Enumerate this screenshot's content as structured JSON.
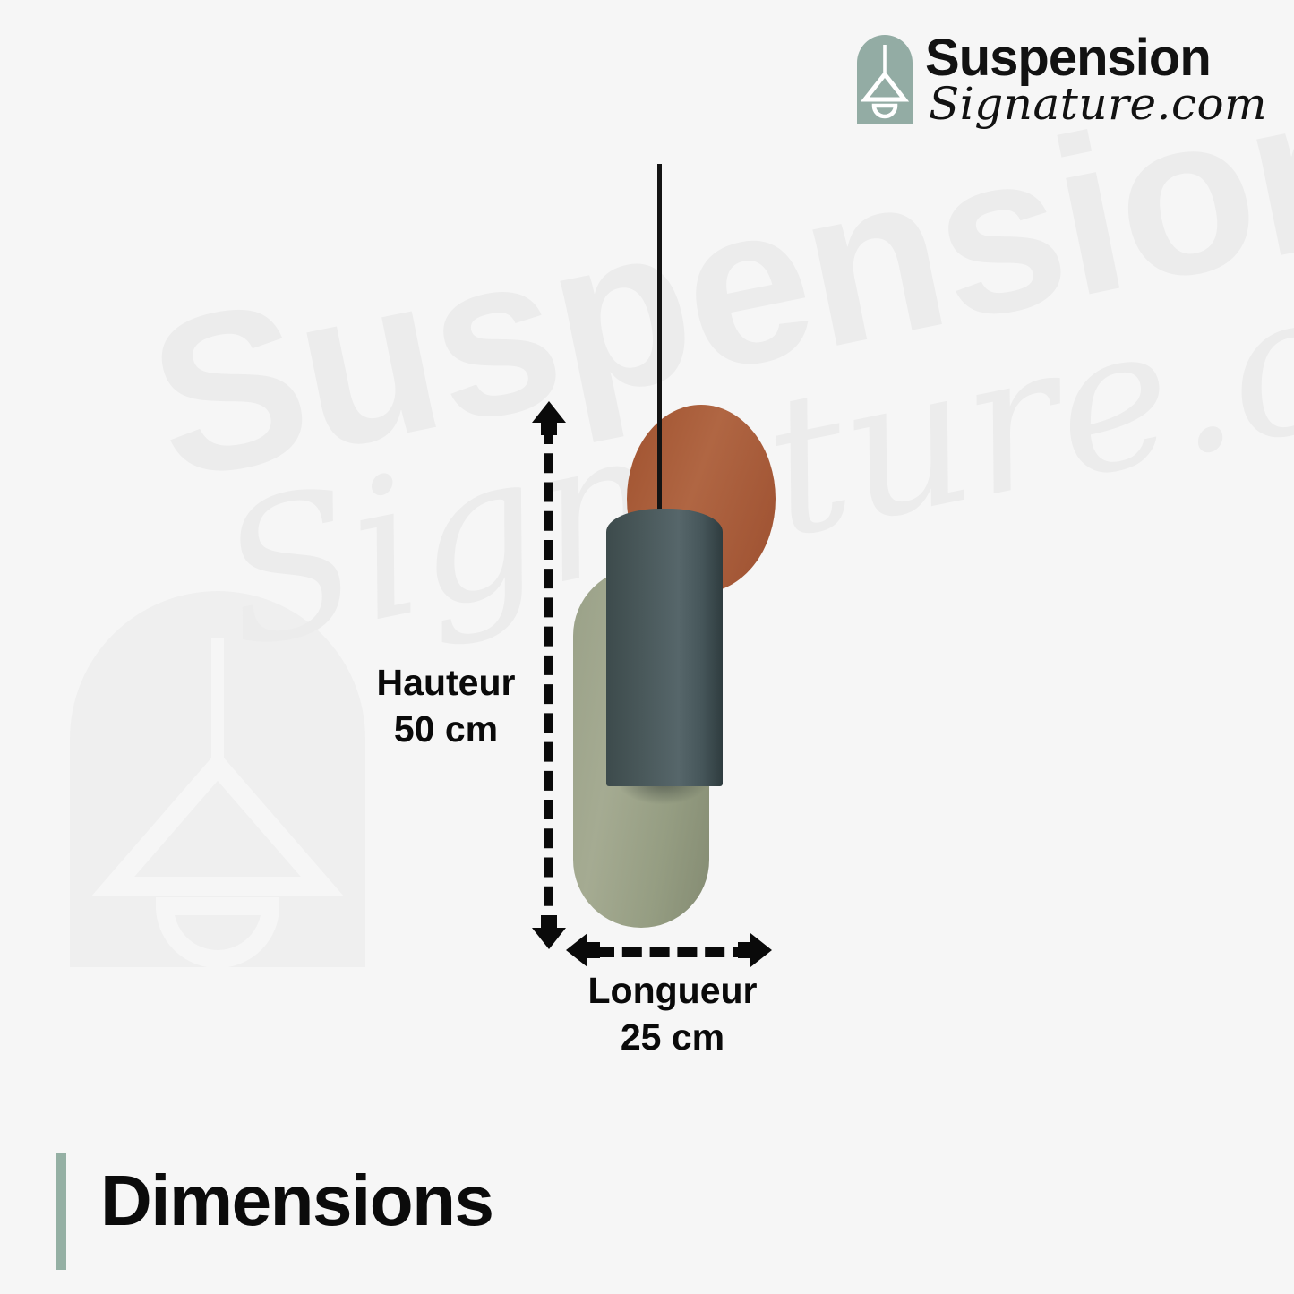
{
  "background_color": "#f6f6f6",
  "brand": {
    "logo_icon": "pendant-lamp-icon",
    "name_line_1": "Suspension",
    "name_line_2": "Signature.com",
    "logo_mark_color": "#93aca4",
    "text_color": "#121212"
  },
  "watermark": {
    "icon": "pendant-lamp-icon",
    "line_1": "Suspension",
    "line_2": "Signature.com",
    "color": "#ececec"
  },
  "product": {
    "name": "pendant-lamp-illustration",
    "parts": [
      {
        "name": "cord",
        "color": "#141414"
      },
      {
        "name": "terracotta-disc",
        "color": "#a8593a"
      },
      {
        "name": "teal-cylinder",
        "color": "#49585a"
      },
      {
        "name": "sage-pill",
        "color": "#9ba388"
      }
    ]
  },
  "dimensions": {
    "height": {
      "label": "Hauteur",
      "value": "50 cm",
      "full": "Hauteur\n50 cm",
      "axis": "vertical"
    },
    "length": {
      "label": "Longueur",
      "value": "25 cm",
      "full": "Longueur\n25 cm",
      "axis": "horizontal"
    },
    "arrow_color": "#0a0a0a",
    "line_style": "dashed"
  },
  "footer": {
    "title": "Dimensions",
    "accent_color": "#95b0a4"
  }
}
